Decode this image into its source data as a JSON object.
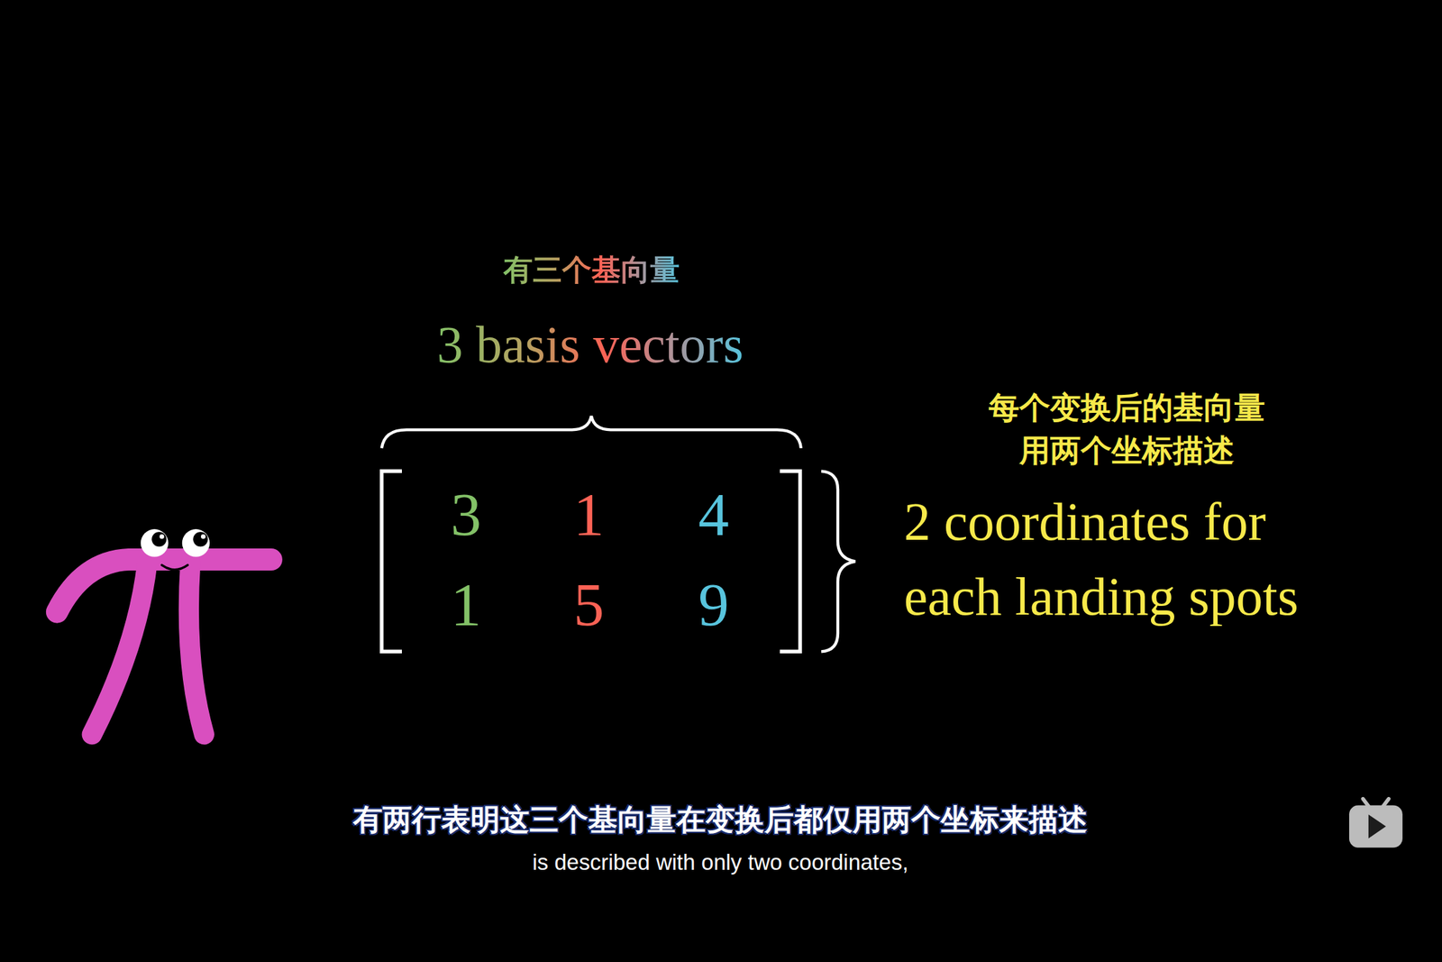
{
  "diagram": {
    "labels": [
      "有三个基向量",
      "3 basis vectors",
      "3",
      "1",
      "4",
      "1",
      "5",
      "9",
      "每个变换后的基向量 用两个坐标描述",
      "2 coordinates for each landing spots",
      "有两行表明这三个基向量在变换后都仅用两个坐标来描述",
      "is described with only two coordinates,"
    ]
  }
}
